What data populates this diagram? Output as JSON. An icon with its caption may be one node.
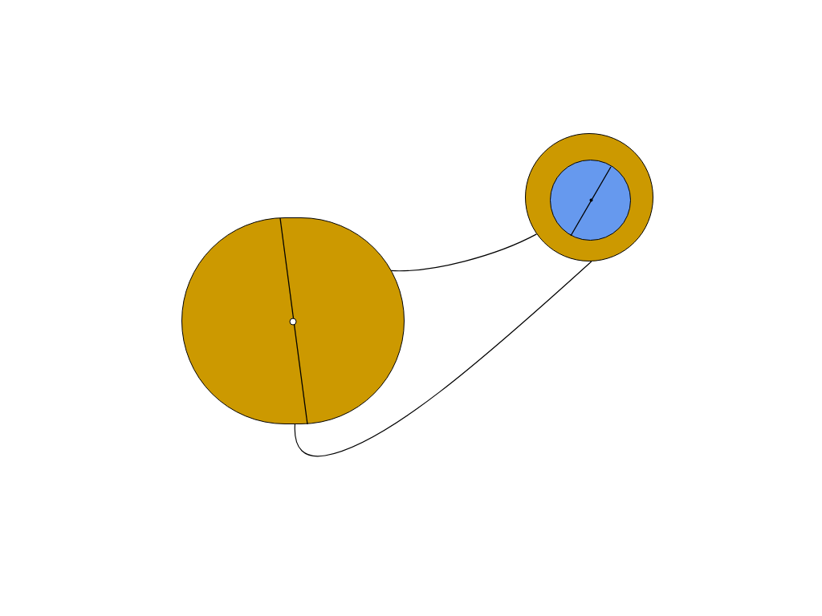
{
  "diagram": {
    "nodes": [
      {
        "text": [],
        "shape": "circle"
      },
      {
        "text": [],
        "shape": "circle"
      },
      {
        "text": [],
        "shape": "circle",
        "in": 1
      }
    ],
    "edges": [
      {
        "from": 0,
        "to": 1,
        "arrow": "none"
      },
      {
        "from": 0,
        "to": 1,
        "arrow": "none"
      }
    ]
  }
}
